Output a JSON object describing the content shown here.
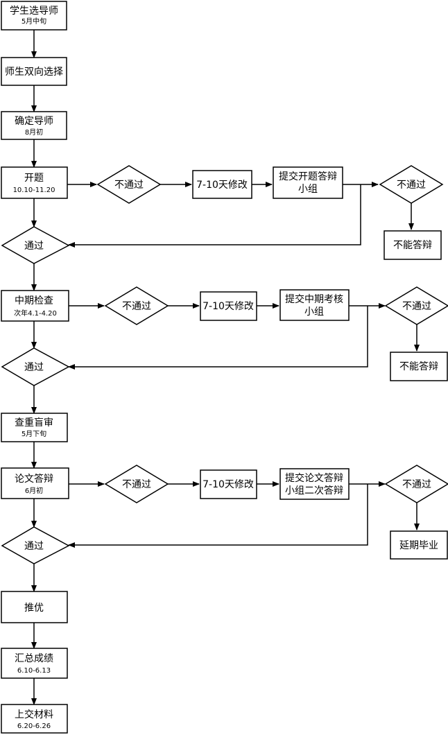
{
  "nodes": {
    "select_advisor": {
      "label": "学生选导师",
      "date": "5月中旬"
    },
    "mutual_selection": {
      "label": "师生双向选择"
    },
    "confirm_advisor": {
      "label": "确定导师",
      "date": "8月初"
    },
    "proposal": {
      "label": "开题",
      "date": "10.10-11.20"
    },
    "p_fail": {
      "label": "不通过"
    },
    "p_revise": {
      "label": "7-10天修改"
    },
    "p_submit": {
      "label": [
        "提交开题答辩",
        "小组"
      ]
    },
    "p_fail2": {
      "label": "不通过"
    },
    "p_no_defense": {
      "label": "不能答辩"
    },
    "p_pass": {
      "label": "通过"
    },
    "midterm": {
      "label": "中期检查",
      "date": "次年4.1-4.20"
    },
    "m_fail": {
      "label": "不通过"
    },
    "m_revise": {
      "label": "7-10天修改"
    },
    "m_submit": {
      "label": [
        "提交中期考核",
        "小组"
      ]
    },
    "m_fail2": {
      "label": "不通过"
    },
    "m_no_defense": {
      "label": "不能答辩"
    },
    "m_pass": {
      "label": "通过"
    },
    "plagiarism": {
      "label": "查重盲审",
      "date": "5月下旬"
    },
    "defense": {
      "label": "论文答辩",
      "date": "6月初"
    },
    "d_fail": {
      "label": "不通过"
    },
    "d_revise": {
      "label": "7-10天修改"
    },
    "d_submit": {
      "label": [
        "提交论文答辩",
        "小组二次答辩"
      ]
    },
    "d_fail2": {
      "label": "不通过"
    },
    "d_delay": {
      "label": "延期毕业"
    },
    "d_pass": {
      "label": "通过"
    },
    "excellence": {
      "label": "推优"
    },
    "summary": {
      "label": "汇总成绩",
      "date": "6.10-6.13"
    },
    "submit_materials": {
      "label": "上交材料",
      "date": "6.20-6.26"
    }
  }
}
